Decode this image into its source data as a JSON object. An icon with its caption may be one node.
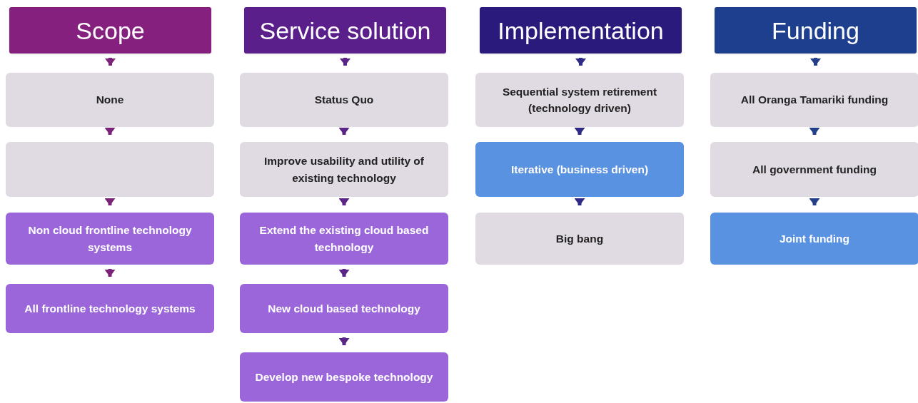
{
  "diagram": {
    "nodes": [
      {
        "text": [
          "Scope"
        ]
      },
      {
        "text": [
          "None"
        ]
      },
      {
        "text": [],
        "shape": "box"
      },
      {
        "text": [
          "Non cloud frontline technology systems"
        ]
      },
      {
        "text": [
          "All frontline technology systems"
        ]
      },
      {
        "text": [
          "Service solution"
        ]
      },
      {
        "text": [
          "Status Quo"
        ]
      },
      {
        "text": [
          "Improve usability and utility of existing technology"
        ]
      },
      {
        "text": [
          "Extend the existing cloud based technology"
        ]
      },
      {
        "text": [
          "New cloud based technology"
        ]
      },
      {
        "text": [
          "Develop new bespoke technology"
        ]
      },
      {
        "text": [
          "Implementation"
        ]
      },
      {
        "text": [
          "Sequential system retirement (technology driven)"
        ]
      },
      {
        "text": [
          "Iterative (business driven)"
        ]
      },
      {
        "text": [
          "Big bang"
        ]
      },
      {
        "text": [
          "Funding"
        ]
      },
      {
        "text": [
          "All Oranga Tamariki funding"
        ]
      },
      {
        "text": [
          "All government funding"
        ]
      },
      {
        "text": [
          "Joint funding"
        ]
      }
    ],
    "edges": [
      {
        "from": 0,
        "to": 1,
        "arrow": "to",
        "color": "#7a2378"
      },
      {
        "from": 1,
        "to": 2,
        "arrow": "to",
        "color": "#7a2378"
      },
      {
        "from": 2,
        "to": 3,
        "arrow": "to",
        "color": "#7a2378"
      },
      {
        "from": 3,
        "to": 4,
        "arrow": "to",
        "color": "#7a2378"
      },
      {
        "from": 5,
        "to": 6,
        "arrow": "to",
        "color": "#5a2586"
      },
      {
        "from": 6,
        "to": 7,
        "arrow": "to",
        "color": "#5a2586"
      },
      {
        "from": 7,
        "to": 8,
        "arrow": "to",
        "color": "#5a2586"
      },
      {
        "from": 8,
        "to": 9,
        "arrow": "to",
        "color": "#5a2586"
      },
      {
        "from": 9,
        "to": 10,
        "arrow": "to",
        "color": "#5a2586"
      },
      {
        "from": 11,
        "to": 12,
        "arrow": "to",
        "color": "#2e2a86"
      },
      {
        "from": 12,
        "to": 13,
        "arrow": "to",
        "color": "#2e2a86"
      },
      {
        "from": 13,
        "to": 14,
        "arrow": "to",
        "color": "#2e2a86"
      },
      {
        "from": 15,
        "to": 16,
        "arrow": "to",
        "color": "#243f8a"
      },
      {
        "from": 16,
        "to": 17,
        "arrow": "to",
        "color": "#243f8a"
      },
      {
        "from": 17,
        "to": 18,
        "arrow": "to",
        "color": "#243f8a"
      }
    ]
  }
}
